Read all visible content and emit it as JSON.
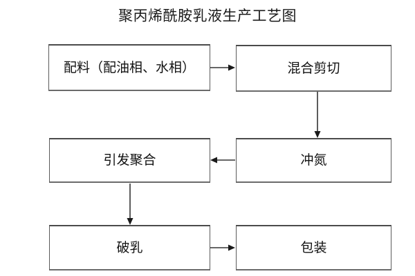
{
  "diagram": {
    "title": "聚丙烯酰胺乳液生产工艺图",
    "type": "process-flowchart",
    "background_color": "#ffffff",
    "box_border_color": "#5a5a5a",
    "box_fill_color": "#ffffff",
    "text_color": "#111111",
    "connector_color": "#333333",
    "nodes": [
      {
        "id": "blending",
        "label": "配料（配油相、水相）",
        "row": 1,
        "column": "left"
      },
      {
        "id": "mixshear",
        "label": "混合剪切",
        "row": 1,
        "column": "right"
      },
      {
        "id": "nitrogen",
        "label": "冲氮",
        "row": 2,
        "column": "right"
      },
      {
        "id": "polymerize",
        "label": "引发聚合",
        "row": 2,
        "column": "left"
      },
      {
        "id": "demulsify",
        "label": "破乳",
        "row": 3,
        "column": "left"
      },
      {
        "id": "packaging",
        "label": "包装",
        "row": 3,
        "column": "right"
      }
    ],
    "edges": [
      {
        "from": "blending",
        "to": "mixshear",
        "direction": "right"
      },
      {
        "from": "mixshear",
        "to": "nitrogen",
        "direction": "down"
      },
      {
        "from": "nitrogen",
        "to": "polymerize",
        "direction": "left"
      },
      {
        "from": "polymerize",
        "to": "demulsify",
        "direction": "down"
      },
      {
        "from": "demulsify",
        "to": "packaging",
        "direction": "right"
      }
    ]
  }
}
